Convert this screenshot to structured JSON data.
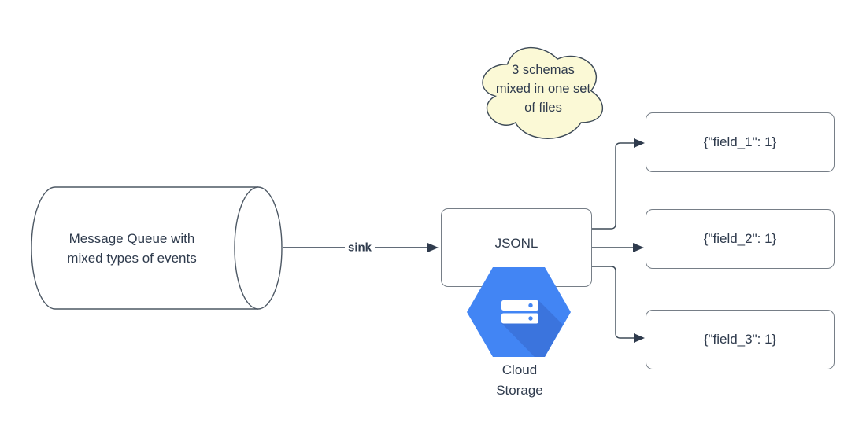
{
  "diagram": {
    "colors": {
      "background": "#ffffff",
      "line": "#2f3b4d",
      "shape_stroke": "#4d5864",
      "box_border": "#767e87",
      "cloud_fill": "#fbf9d6",
      "gcp_blue": "#4285f4",
      "gcp_blue_shadow": "#3b74dd",
      "white": "#ffffff"
    },
    "message_queue": {
      "line1": "Message Queue with",
      "line2": "mixed types of events"
    },
    "sink_edge": {
      "label": "sink"
    },
    "jsonl_box": {
      "label": "JSONL"
    },
    "note_cloud": {
      "line1": "3 schemas",
      "line2": "mixed in one set",
      "line3": "of files"
    },
    "cloud_storage": {
      "line1": "Cloud",
      "line2": "Storage"
    },
    "outputs": [
      {
        "label": "{\"field_1\": 1}"
      },
      {
        "label": "{\"field_2\": 1}"
      },
      {
        "label": "{\"field_3\": 1}"
      }
    ]
  }
}
